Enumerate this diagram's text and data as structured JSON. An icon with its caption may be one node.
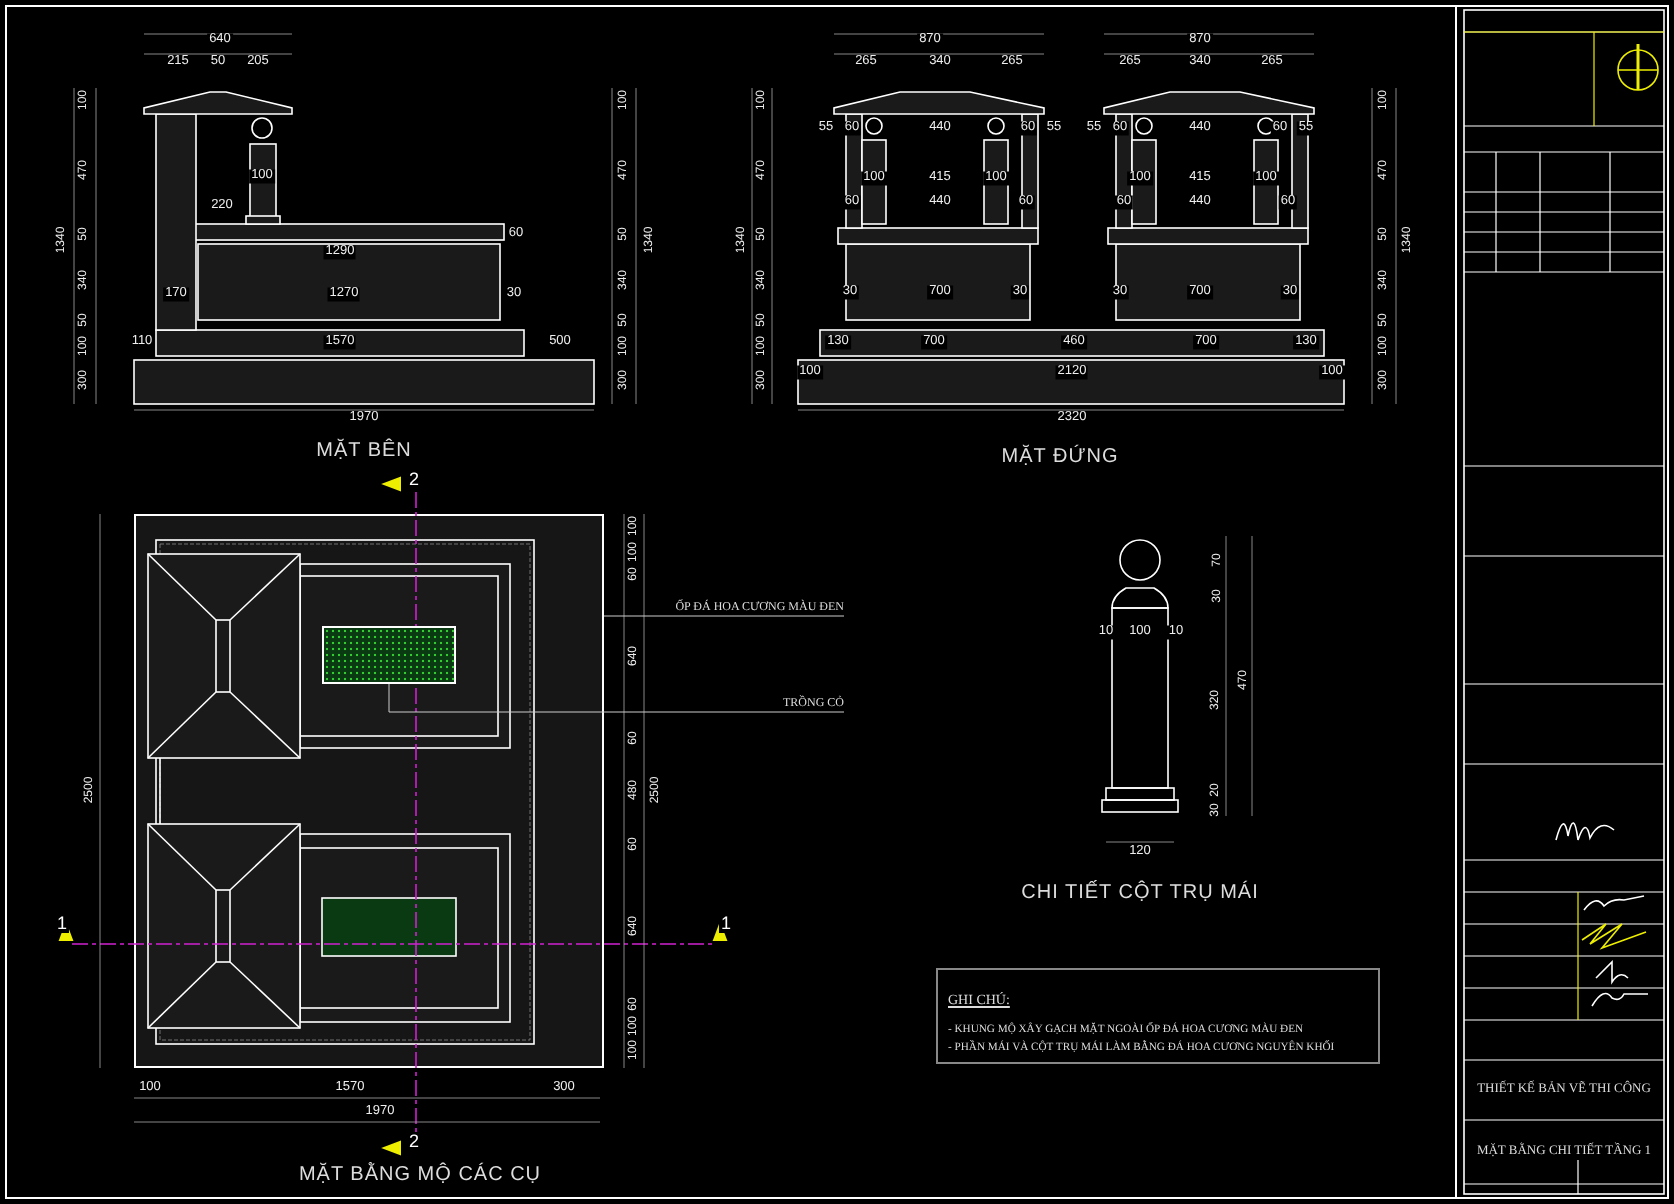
{
  "diagram": {
    "nodes": [
      {
        "text": [
          "ỐP ĐÁ HOA CƯƠNG MÀU ĐEN"
        ]
      },
      {
        "text": [],
        "shape": "box"
      },
      {
        "text": [
          "TRỒNG CỎ"
        ]
      },
      {
        "text": [],
        "shape": "box",
        "in": 1
      },
      {
        "text": [
          "GHI CHÚ:",
          "- KHUNG MỘ XÂY GẠCH MẶT NGOÀI ỐP ĐÁ HOA CƯƠNG MÀU ĐEN",
          "- PHẦN MÁI VÀ CỘT TRỤ MÁI LÀM BẰNG ĐÁ HOA CƯƠNG NGUYÊN KHỐI"
        ]
      }
    ],
    "edges": [
      {
        "from": 0,
        "to": 1,
        "arrow": "none"
      },
      {
        "from": 2,
        "to": 3,
        "arrow": "none"
      }
    ],
    "labels": [
      "640",
      "215",
      "50",
      "205",
      "100",
      "220",
      "1290",
      "60",
      "170",
      "1270",
      "30",
      "110",
      "1570",
      "500",
      "1970",
      "100",
      "470",
      "50",
      "340",
      "50",
      "100",
      "300",
      "1340",
      "100",
      "470",
      "50",
      "340",
      "50",
      "100",
      "300",
      "1340",
      "MẶT BÊN",
      "870",
      "265",
      "340",
      "265",
      "870",
      "265",
      "340",
      "265",
      "55",
      "60",
      "440",
      "60",
      "55",
      "55",
      "60",
      "440",
      "60",
      "55",
      "100",
      "415",
      "100",
      "100",
      "415",
      "100",
      "60",
      "440",
      "60",
      "60",
      "440",
      "60",
      "30",
      "700",
      "30",
      "30",
      "700",
      "30",
      "130",
      "700",
      "460",
      "700",
      "130",
      "100",
      "2120",
      "100",
      "2320",
      "100",
      "470",
      "50",
      "340",
      "50",
      "100",
      "300",
      "1340",
      "100",
      "470",
      "50",
      "340",
      "50",
      "100",
      "300",
      "1340",
      "MẶT ĐỨNG",
      "2",
      "100",
      "100",
      "60",
      "640",
      "60",
      "480",
      "60",
      "640",
      "60",
      "100",
      "100",
      "2500",
      "2500",
      "1",
      "1",
      "100",
      "1570",
      "300",
      "1970",
      "2",
      "MẶT BẰNG MỘ CÁC CỤ",
      "70",
      "30",
      "10",
      "100",
      "10",
      "320",
      "20",
      "30",
      "470",
      "120",
      "CHI TIẾT CỘT TRỤ MÁI",
      "THIẾT KẾ BẢN VẼ THI CÔNG",
      "MẶT BẰNG CHI TIẾT TẦNG 1"
    ]
  }
}
